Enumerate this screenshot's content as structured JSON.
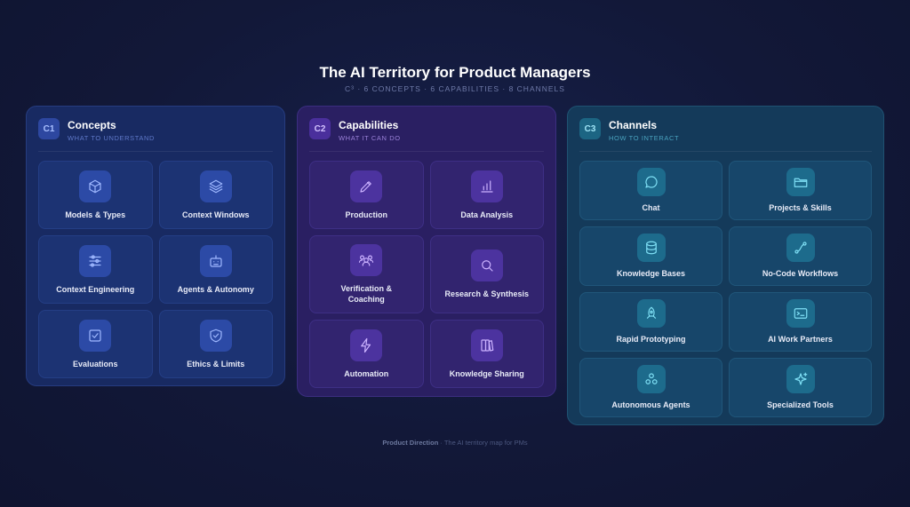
{
  "header": {
    "title": "The AI Territory for Product Managers",
    "subtitle": "C³ · 6 CONCEPTS · 6 CAPABILITIES · 8 CHANNELS"
  },
  "panels": [
    {
      "badge": "C1",
      "title": "Concepts",
      "subtitle": "WHAT TO UNDERSTAND",
      "items": [
        {
          "label": "Models & Types",
          "icon": "cube-icon"
        },
        {
          "label": "Context Windows",
          "icon": "layers-icon"
        },
        {
          "label": "Context Engineering",
          "icon": "sliders-icon"
        },
        {
          "label": "Agents & Autonomy",
          "icon": "robot-icon"
        },
        {
          "label": "Evaluations",
          "icon": "checkbox-icon"
        },
        {
          "label": "Ethics & Limits",
          "icon": "shield-check-icon"
        }
      ]
    },
    {
      "badge": "C2",
      "title": "Capabilities",
      "subtitle": "WHAT IT CAN DO",
      "items": [
        {
          "label": "Production",
          "icon": "pencil-icon"
        },
        {
          "label": "Data Analysis",
          "icon": "bar-chart-icon"
        },
        {
          "label": "Verification & Coaching",
          "icon": "users-icon"
        },
        {
          "label": "Research & Synthesis",
          "icon": "search-icon"
        },
        {
          "label": "Automation",
          "icon": "lightning-icon"
        },
        {
          "label": "Knowledge Sharing",
          "icon": "books-icon"
        }
      ]
    },
    {
      "badge": "C3",
      "title": "Channels",
      "subtitle": "HOW TO INTERACT",
      "items": [
        {
          "label": "Chat",
          "icon": "chat-icon"
        },
        {
          "label": "Projects & Skills",
          "icon": "folder-icon"
        },
        {
          "label": "Knowledge Bases",
          "icon": "database-icon"
        },
        {
          "label": "No-Code Workflows",
          "icon": "workflow-icon"
        },
        {
          "label": "Rapid Prototyping",
          "icon": "rocket-icon"
        },
        {
          "label": "AI Work Partners",
          "icon": "terminal-icon"
        },
        {
          "label": "Autonomous Agents",
          "icon": "nodes-icon"
        },
        {
          "label": "Specialized Tools",
          "icon": "sparkles-icon"
        }
      ]
    }
  ],
  "footer": {
    "brand": "Product Direction",
    "tagline": " · The AI territory map for PMs"
  }
}
